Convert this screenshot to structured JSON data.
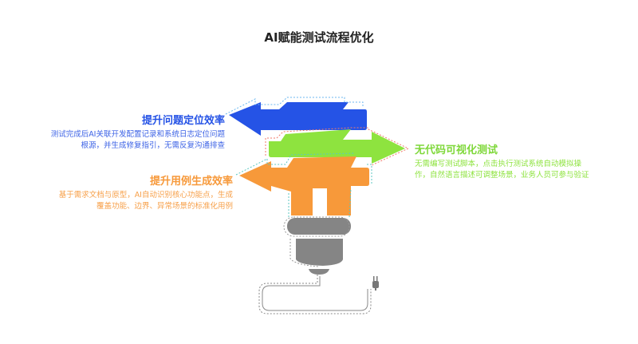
{
  "title": "AI赋能测试流程优化",
  "colors": {
    "blue": "#2553e6",
    "green": "#8ee33f",
    "orange": "#f7993a",
    "gray": "#858585"
  },
  "items": [
    {
      "heading": "提升问题定位效率",
      "lines": [
        "测试完成后AI关联开发配置记录和系统日志定位问题",
        "根源，并生成修复指引，无需反复沟通排查"
      ]
    },
    {
      "heading": "无代码可视化测试",
      "lines": [
        "无需编写测试脚本，点击执行测试系统自动模拟操",
        "作，自然语言描述可调整场景，业务人员可参与验证"
      ]
    },
    {
      "heading": "提升用例生成效率",
      "lines": [
        "基于需求文档与原型，AI自动识别核心功能点，生成",
        "覆盖功能、边界、异常场景的标准化用例"
      ]
    }
  ]
}
